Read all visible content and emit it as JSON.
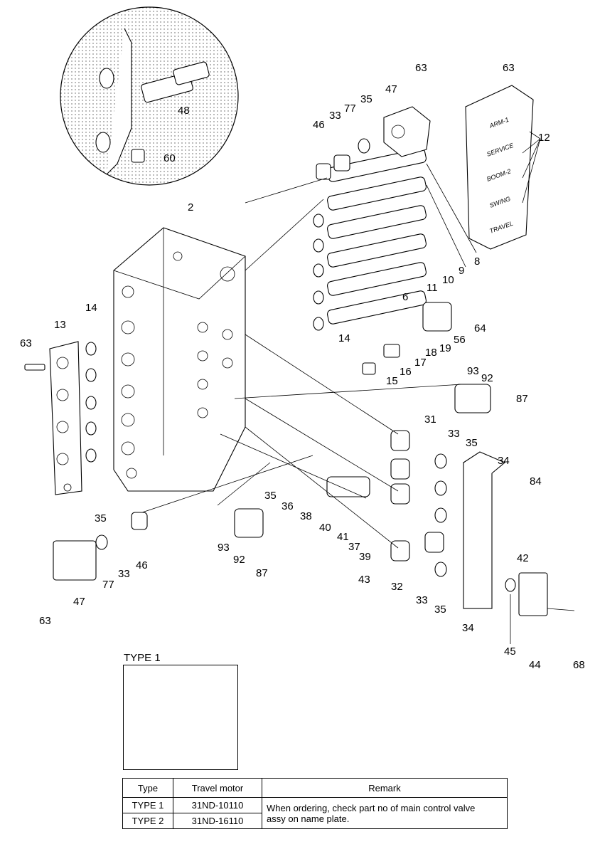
{
  "callouts": [
    {
      "id": "48",
      "text": "48"
    },
    {
      "id": "60",
      "text": "60"
    },
    {
      "id": "63a",
      "text": "63"
    },
    {
      "id": "47a",
      "text": "47"
    },
    {
      "id": "35a",
      "text": "35"
    },
    {
      "id": "77a",
      "text": "77"
    },
    {
      "id": "33a",
      "text": "33"
    },
    {
      "id": "46a",
      "text": "46"
    },
    {
      "id": "63b",
      "text": "63"
    },
    {
      "id": "12",
      "text": "12"
    },
    {
      "id": "2",
      "text": "2"
    },
    {
      "id": "8",
      "text": "8"
    },
    {
      "id": "9",
      "text": "9"
    },
    {
      "id": "10",
      "text": "10"
    },
    {
      "id": "11",
      "text": "11"
    },
    {
      "id": "6",
      "text": "6"
    },
    {
      "id": "64",
      "text": "64"
    },
    {
      "id": "56",
      "text": "56"
    },
    {
      "id": "19",
      "text": "19"
    },
    {
      "id": "18",
      "text": "18"
    },
    {
      "id": "17",
      "text": "17"
    },
    {
      "id": "16",
      "text": "16"
    },
    {
      "id": "15",
      "text": "15"
    },
    {
      "id": "14a",
      "text": "14"
    },
    {
      "id": "14b",
      "text": "14"
    },
    {
      "id": "13",
      "text": "13"
    },
    {
      "id": "63c",
      "text": "63"
    },
    {
      "id": "93a",
      "text": "93"
    },
    {
      "id": "92a",
      "text": "92"
    },
    {
      "id": "87a",
      "text": "87"
    },
    {
      "id": "31",
      "text": "31"
    },
    {
      "id": "33b",
      "text": "33"
    },
    {
      "id": "35b",
      "text": "35"
    },
    {
      "id": "34a",
      "text": "34"
    },
    {
      "id": "84",
      "text": "84"
    },
    {
      "id": "35c",
      "text": "35"
    },
    {
      "id": "36",
      "text": "36"
    },
    {
      "id": "38",
      "text": "38"
    },
    {
      "id": "40",
      "text": "40"
    },
    {
      "id": "41",
      "text": "41"
    },
    {
      "id": "37",
      "text": "37"
    },
    {
      "id": "39",
      "text": "39"
    },
    {
      "id": "43",
      "text": "43"
    },
    {
      "id": "32",
      "text": "32"
    },
    {
      "id": "33c",
      "text": "33"
    },
    {
      "id": "35d",
      "text": "35"
    },
    {
      "id": "42",
      "text": "42"
    },
    {
      "id": "34b",
      "text": "34"
    },
    {
      "id": "45",
      "text": "45"
    },
    {
      "id": "44",
      "text": "44"
    },
    {
      "id": "68",
      "text": "68"
    },
    {
      "id": "35e",
      "text": "35"
    },
    {
      "id": "33d",
      "text": "33"
    },
    {
      "id": "46b",
      "text": "46"
    },
    {
      "id": "77b",
      "text": "77"
    },
    {
      "id": "47b",
      "text": "47"
    },
    {
      "id": "63d",
      "text": "63"
    },
    {
      "id": "93b",
      "text": "93"
    },
    {
      "id": "92b",
      "text": "92"
    },
    {
      "id": "87b",
      "text": "87"
    }
  ],
  "plates": [
    {
      "id": "arm1",
      "text": "ARM-1"
    },
    {
      "id": "service",
      "text": "SERVICE"
    },
    {
      "id": "boom2",
      "text": "BOOM-2"
    },
    {
      "id": "swing",
      "text": "SWING"
    },
    {
      "id": "travel",
      "text": "TRAVEL"
    }
  ],
  "type_inset_label": "TYPE 1",
  "table": {
    "headers": [
      "Type",
      "Travel motor",
      "Remark"
    ],
    "rows": [
      {
        "type": "TYPE 1",
        "motor": "31ND-10110"
      },
      {
        "type": "TYPE 2",
        "motor": "31ND-16110"
      }
    ],
    "remark_line1": "When ordering, check part no of main control valve",
    "remark_line2": "assy on name plate."
  }
}
